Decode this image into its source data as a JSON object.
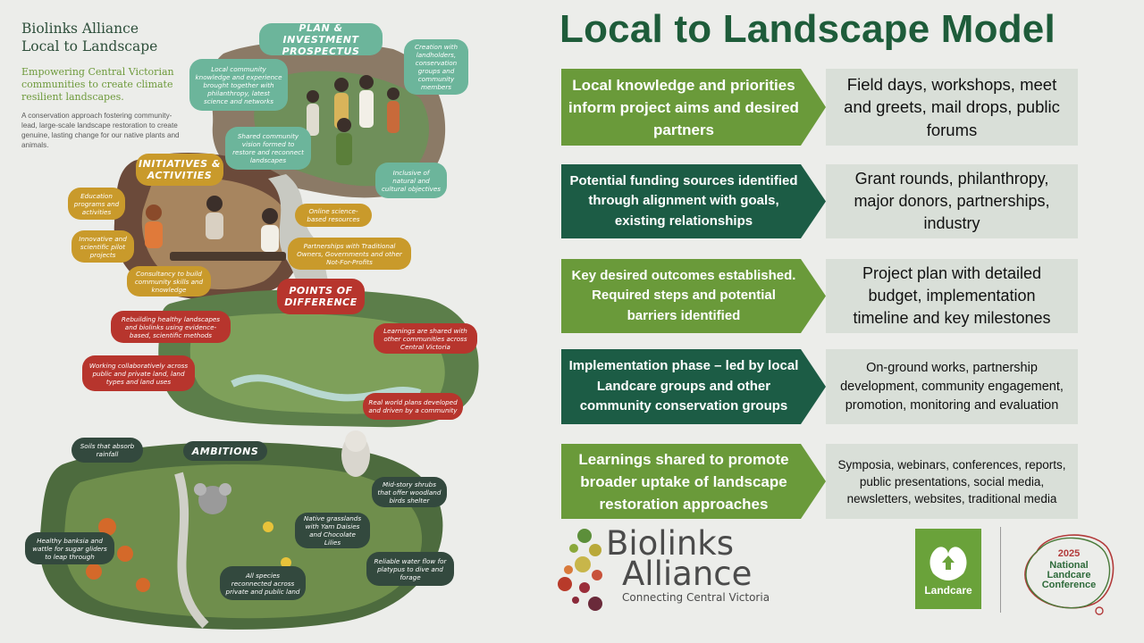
{
  "intro": {
    "title_line1": "Biolinks Alliance",
    "title_line2": "Local to Landscape",
    "tagline": "Empowering Central Victorian communities to create climate resilient landscapes.",
    "description": "A conservation approach fostering community-lead, large-scale landscape restoration to create genuine, lasting change for our native plants and animals."
  },
  "illustration": {
    "plan_heading": "PLAN & INVESTMENT PROSPECTUS",
    "initiatives_heading": "INITIATIVES & ACTIVITIES",
    "points_heading": "POINTS OF DIFFERENCE",
    "ambitions_heading": "AMBITIONS",
    "bubbles": {
      "local_knowledge": "Local community knowledge and experience brought together with philanthropy, latest science and networks",
      "creation": "Creation with landholders, conservation groups and community members",
      "shared_vision": "Shared community vision formed to restore and reconnect landscapes",
      "inclusive": "Inclusive of natural and cultural objectives",
      "education": "Education programs and activities",
      "innovative": "Innovative and scientific pilot projects",
      "online": "Online science-based resources",
      "partnerships": "Partnerships with Traditional Owners, Governments and other Not-For-Profits",
      "consultancy": "Consultancy to build community skills and knowledge",
      "rebuilding": "Rebuilding healthy landscapes and biolinks using evidence-based, scientific methods",
      "learnings": "Learnings are shared with other communities across Central Victoria",
      "working": "Working collaboratively across public and private land, land types and land uses",
      "real_world": "Real world plans developed and driven by a community",
      "soils": "Soils that absorb rainfall",
      "mid_story": "Mid-story shrubs that offer woodland birds shelter",
      "native_grass": "Native grasslands with Yam Daisies and Chocolate Lilies",
      "healthy_banksia": "Healthy banksia and wattle for sugar gliders to leap through",
      "all_species": "All species reconnected across private and public land",
      "reliable_water": "Reliable water flow for platypus to dive and forage"
    }
  },
  "main_title": "Local to Landscape Model",
  "rows": [
    {
      "left": "Local knowledge and priorities inform project aims and desired partners",
      "right": "Field days, workshops, meet and greets, mail drops, public forums"
    },
    {
      "left": "Potential funding sources identified through alignment with goals, existing relationships",
      "right": "Grant rounds, philanthropy, major donors, partnerships, industry"
    },
    {
      "left": "Key desired outcomes established. Required steps and potential barriers identified",
      "right": "Project plan with detailed budget,  implementation timeline and key milestones"
    },
    {
      "left": "Implementation phase – led by local Landcare groups and other community conservation groups",
      "right": "On-ground works, partnership development, community engagement, promotion, monitoring and evaluation"
    },
    {
      "left": "Learnings shared to promote broader uptake of landscape restoration approaches",
      "right": "Symposia, webinars, conferences, reports, public presentations, social media, newsletters, websites, traditional media"
    }
  ],
  "logos": {
    "biolinks_line1": "Biolinks",
    "biolinks_line2": "Alliance",
    "biolinks_sub": "Connecting Central Victoria",
    "landcare": "Landcare",
    "conf_year": "2025",
    "conf_line1": "National",
    "conf_line2": "Landcare",
    "conf_line3": "Conference"
  },
  "colors": {
    "title_green": "#1e5c3a",
    "light_green": "#6a9a3a",
    "dark_green": "#1c5c45",
    "desc_bg": "#d9dfd8",
    "landcare_green": "#6aa23a"
  }
}
